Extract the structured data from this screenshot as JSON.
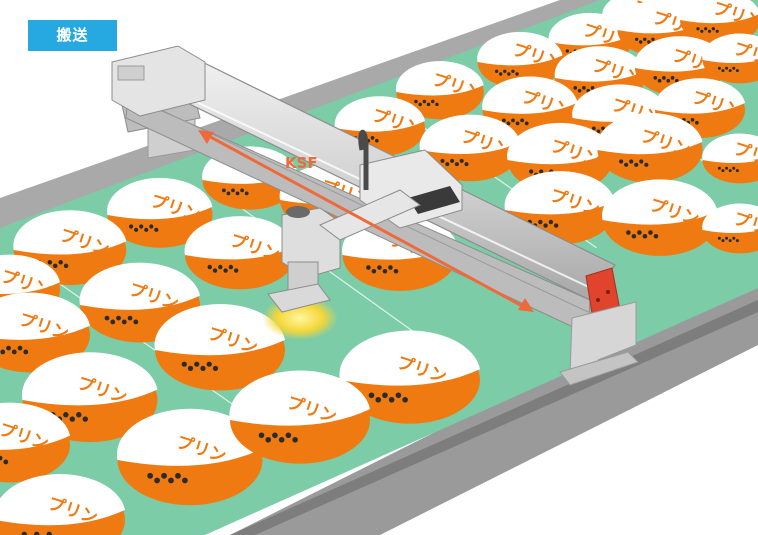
{
  "header": {
    "tag_label": "搬送"
  },
  "actuator": {
    "label": "KSF"
  },
  "product": {
    "lid_text": "プリン"
  },
  "colors": {
    "tag_bg": "#25a9e0",
    "belt": "#7ccca8",
    "conveyor_frame": "#9a9a9a",
    "lid_orange": "#ef7a12",
    "lid_white": "#ffffff",
    "arrow": "#ee6a3a",
    "actuator_body": "#d9d9d9",
    "end_cap": "#e0442c",
    "gripper_glow": "#f5e25a"
  },
  "icons": {
    "move_arrow": "double-headed-arrow-icon"
  }
}
